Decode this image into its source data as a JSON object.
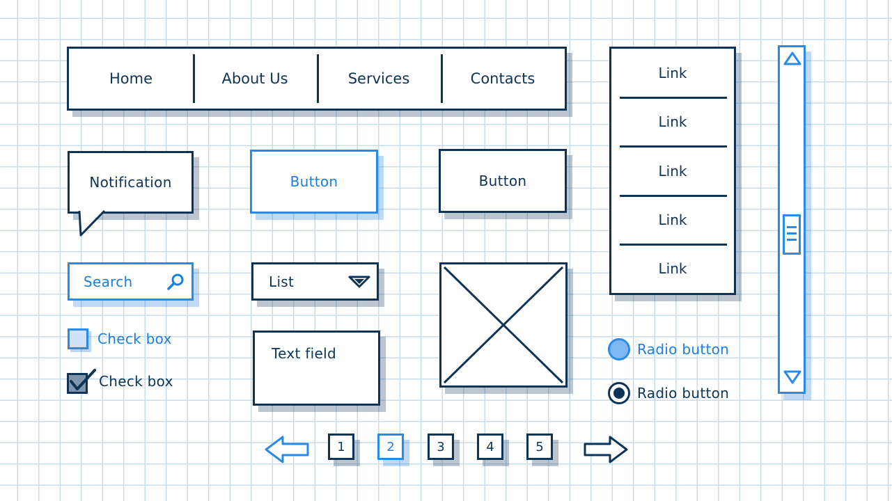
{
  "nav": {
    "items": [
      "Home",
      "About Us",
      "Services",
      "Contacts"
    ]
  },
  "notification": {
    "text": "Notification"
  },
  "buttons": {
    "primary": "Button",
    "secondary": "Button"
  },
  "search": {
    "placeholder": "Search",
    "icon": "search-icon"
  },
  "list": {
    "selected": "List",
    "icon": "chevron-down-icon"
  },
  "text_field": {
    "value": "Text field"
  },
  "image_placeholder": {
    "icon": "image-placeholder-icon"
  },
  "checkboxes": [
    {
      "label": "Check box",
      "checked": false
    },
    {
      "label": "Check box",
      "checked": true
    }
  ],
  "links": [
    "Link",
    "Link",
    "Link",
    "Link",
    "Link"
  ],
  "radios": [
    {
      "label": "Radio button",
      "selected": false
    },
    {
      "label": "Radio button",
      "selected": true
    }
  ],
  "scrollbar": {
    "up_icon": "arrow-up-icon",
    "down_icon": "arrow-down-icon"
  },
  "pagination": {
    "pages": [
      "1",
      "2",
      "3",
      "4",
      "5"
    ],
    "current": "2"
  },
  "colors": {
    "ink": "#0d3457",
    "accent": "#1a7fe0",
    "grid": "#c9dceb"
  }
}
